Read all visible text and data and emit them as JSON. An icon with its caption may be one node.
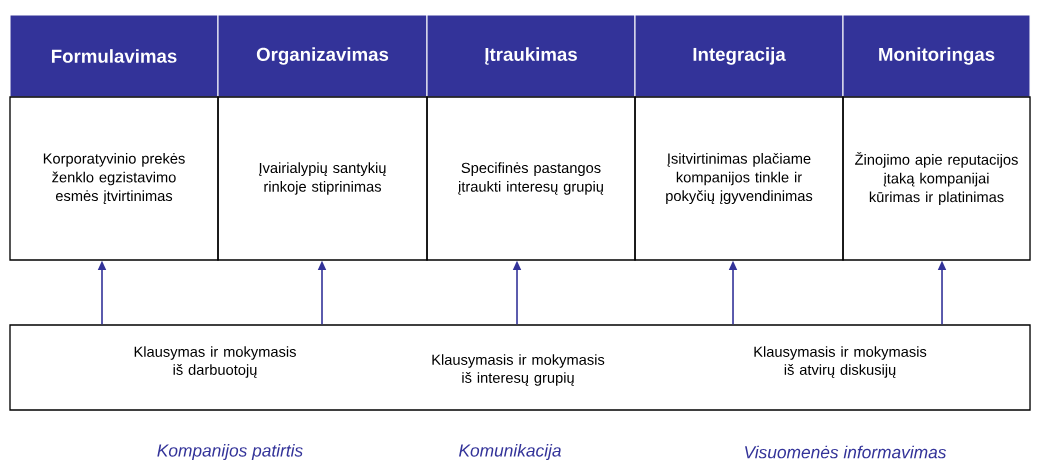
{
  "diagram": {
    "nodes": [
      {
        "text": [
          "Formulavimas"
        ]
      },
      {
        "text": [
          "Organizavimas"
        ]
      },
      {
        "text": [
          "Įtraukimas"
        ]
      },
      {
        "text": [
          "Integracija"
        ]
      },
      {
        "text": [
          "Monitoringas"
        ]
      },
      {
        "text": [
          "Korporatyvinio prekės ženklo egzistavimo esmės įtvirtinimas"
        ]
      },
      {
        "text": [
          "Įvairialypių santykių rinkoje stiprinimas"
        ]
      },
      {
        "text": [
          "Specifinės pastangos įtraukti interesų grupių"
        ]
      },
      {
        "text": [
          "Įsitvirtinimas plačiame kompanijos tinkle ir pokyčių įgyvendinimas"
        ]
      },
      {
        "text": [
          "Žinojimo apie reputacijos įtaką kompanijai kūrimas ir platinimas"
        ]
      },
      {
        "text": [
          "Klausymas ir mokymasis iš darbuotojų",
          "Klausymasis ir mokymasis iš interesų grupių",
          "Klausymasis ir mokymasis iš atvirų diskusijų"
        ]
      }
    ],
    "edges": [
      {
        "from": 10,
        "to": 5,
        "arrow": "to"
      },
      {
        "from": 10,
        "to": 6,
        "arrow": "to"
      },
      {
        "from": 10,
        "to": 7,
        "arrow": "to"
      },
      {
        "from": 10,
        "to": 8,
        "arrow": "to"
      },
      {
        "from": 10,
        "to": 9,
        "arrow": "to"
      }
    ],
    "labels": [
      "Kompanijos patirtis",
      "Komunikacija",
      "Visuomenės informavimas"
    ]
  }
}
